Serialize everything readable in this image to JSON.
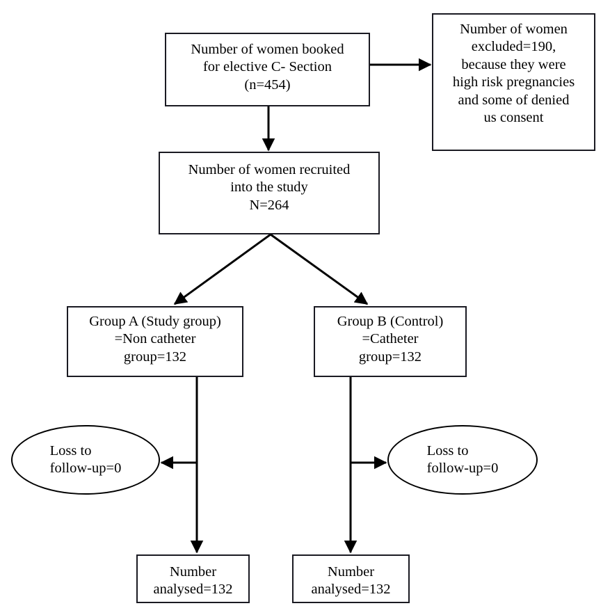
{
  "diagram": {
    "title": "CONSORT participant flow diagram",
    "type": "flowchart",
    "stroke_color": "#1a1a22",
    "background_color": "#ffffff",
    "nodes": {
      "booked": {
        "shape": "rectangle",
        "lines": [
          "Number of women booked",
          "for elective C- Section",
          "(n=454)"
        ]
      },
      "excluded": {
        "shape": "rectangle",
        "lines": [
          "Number of women",
          "excluded=190,",
          "because they were",
          "high risk pregnancies",
          "and some of denied",
          "us consent"
        ]
      },
      "recruited": {
        "shape": "rectangle",
        "lines": [
          "Number of women recruited",
          "into the study",
          "N=264"
        ]
      },
      "group_a": {
        "shape": "rectangle",
        "lines": [
          "Group A (Study group)",
          "=Non catheter",
          "group=132"
        ]
      },
      "group_b": {
        "shape": "rectangle",
        "lines": [
          "Group B (Control)",
          "=Catheter",
          "group=132"
        ]
      },
      "loss_left": {
        "shape": "ellipse",
        "lines": [
          "Loss to",
          "follow-up=0"
        ]
      },
      "loss_right": {
        "shape": "ellipse",
        "lines": [
          "Loss to",
          "follow-up=0"
        ]
      },
      "analysed_a": {
        "shape": "rectangle",
        "lines": [
          "Number",
          "analysed=132"
        ]
      },
      "analysed_b": {
        "shape": "rectangle",
        "lines": [
          "Number",
          "analysed=132"
        ]
      }
    },
    "edges": [
      {
        "name": "booked-to-excluded",
        "from": "booked",
        "to": "excluded",
        "direction": "right"
      },
      {
        "name": "booked-to-recruited",
        "from": "booked",
        "to": "recruited",
        "direction": "down"
      },
      {
        "name": "recruited-to-group-a",
        "from": "recruited",
        "to": "group_a",
        "direction": "down-left"
      },
      {
        "name": "recruited-to-group-b",
        "from": "recruited",
        "to": "group_b",
        "direction": "down-right"
      },
      {
        "name": "group-a-to-loss-left",
        "from": "group_a",
        "to": "loss_left",
        "direction": "left"
      },
      {
        "name": "group-a-to-analysed-a",
        "from": "group_a",
        "to": "analysed_a",
        "direction": "down"
      },
      {
        "name": "group-b-to-loss-right",
        "from": "group_b",
        "to": "loss_right",
        "direction": "right"
      },
      {
        "name": "group-b-to-analysed-b",
        "from": "group_b",
        "to": "analysed_b",
        "direction": "down"
      }
    ]
  }
}
